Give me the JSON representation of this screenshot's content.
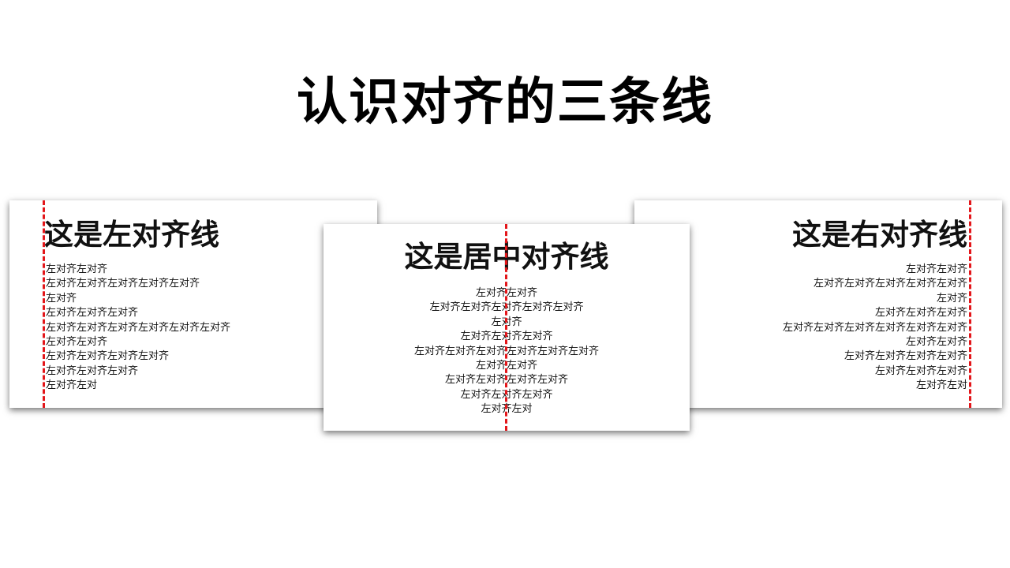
{
  "title": "认识对齐的三条线",
  "colors": {
    "guide_line": "#e3161a",
    "text": "#111111",
    "background": "#ffffff"
  },
  "cards": {
    "left": {
      "heading": "这是左对齐线",
      "lines": [
        "左对齐左对齐",
        "左对齐左对齐左对齐左对齐左对齐",
        "左对齐",
        "左对齐左对齐左对齐",
        "左对齐左对齐左对齐左对齐左对齐左对齐",
        "左对齐左对齐",
        "左对齐左对齐左对齐左对齐",
        "左对齐左对齐左对齐",
        "左对齐左对"
      ]
    },
    "center": {
      "heading": "这是居中对齐线",
      "lines": [
        "左对齐左对齐",
        "左对齐左对齐左对齐左对齐左对齐",
        "左对齐",
        "左对齐左对齐左对齐",
        "左对齐左对齐左对齐左对齐左对齐左对齐",
        "左对齐左对齐",
        "左对齐左对齐左对齐左对齐",
        "左对齐左对齐左对齐",
        "左对齐左对"
      ]
    },
    "right": {
      "heading": "这是右对齐线",
      "lines": [
        "左对齐左对齐",
        "左对齐左对齐左对齐左对齐左对齐",
        "左对齐",
        "左对齐左对齐左对齐",
        "左对齐左对齐左对齐左对齐左对齐左对齐",
        "左对齐左对齐",
        "左对齐左对齐左对齐左对齐",
        "左对齐左对齐左对齐",
        "左对齐左对"
      ]
    }
  }
}
